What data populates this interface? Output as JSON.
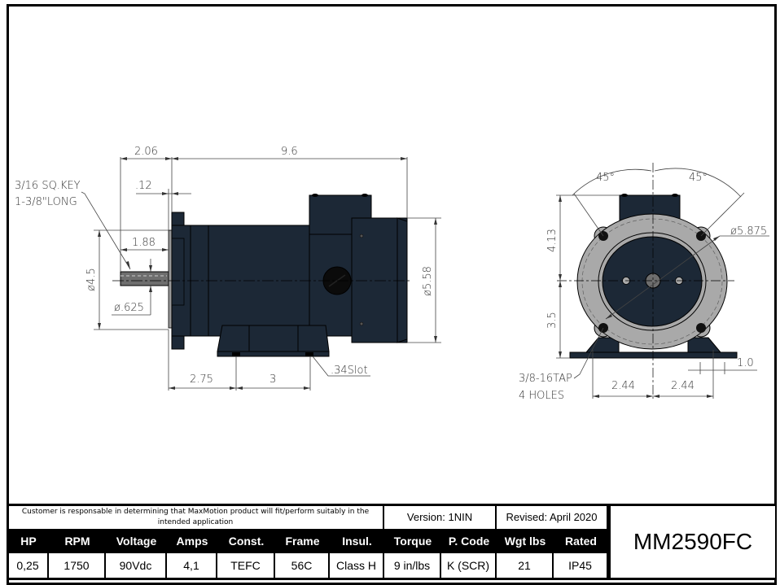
{
  "drawing": {
    "side_view": {
      "dims": {
        "overall_length": "9.6",
        "shaft_extension": "2.06",
        "flange_offset": ".12",
        "key_length": "1.88",
        "pilot_diameter": "ø4.5",
        "shaft_diameter": "ø.625",
        "body_diameter": "ø5.58",
        "foot_to_flange": "2.75",
        "foot_hole_spacing": "3",
        "slot": ".34Slot"
      },
      "key_note": [
        "3/16 SQ.KEY",
        "1-3/8\"LONG"
      ]
    },
    "end_view": {
      "dims": {
        "angle_left": "45°",
        "angle_right": "45°",
        "bolt_circle": "ø5.875",
        "top_height": "4.13",
        "center_height": "3.5",
        "foot_half_left": "2.44",
        "foot_half_right": "2.44",
        "foot_width": "1.0"
      },
      "tap_note": [
        "3/8-16TAP",
        "4 HOLES"
      ]
    },
    "colors": {
      "body": "#1c2836",
      "flange_ring": "#a9a9a9",
      "shaft": "#6e6e6e",
      "line": "#000000"
    }
  },
  "titleblock": {
    "disclaimer": "Customer is responsable in determining that MaxMotion product will fit/perform suitably in the intended application",
    "version": "Version: 1NIN",
    "revised": "Revised: April 2020",
    "model": "MM2590FC",
    "headers": [
      "HP",
      "RPM",
      "Voltage",
      "Amps",
      "Const.",
      "Frame",
      "Insul.",
      "Torque",
      "P. Code",
      "Wgt lbs",
      "Rated"
    ],
    "values": [
      "0,25",
      "1750",
      "90Vdc",
      "4,1",
      "TEFC",
      "56C",
      "Class H",
      "9 in/lbs",
      "K (SCR)",
      "21",
      "IP45"
    ]
  }
}
